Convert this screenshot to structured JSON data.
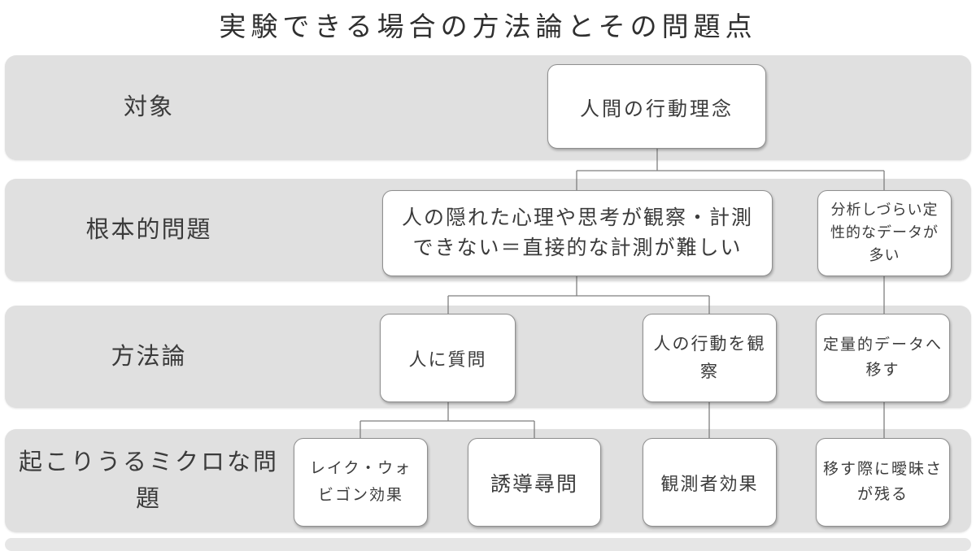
{
  "title": "実験できる場合の方法論とその問題点",
  "rows": [
    {
      "id": "target",
      "label": "対象"
    },
    {
      "id": "fundamental-problem",
      "label": "根本的問題"
    },
    {
      "id": "methodology",
      "label": "方法論"
    },
    {
      "id": "micro-problems",
      "label": "起こりうるミクロな問\n題"
    }
  ],
  "nodes": {
    "target": {
      "text": "人間の行動理念"
    },
    "hidden_psych": {
      "text": "人の隠れた心理や思考が観察・計測\nできない＝直接的な計測が難しい"
    },
    "qualitative_data": {
      "text": "分析しづらい定\n性的なデータが\n多い"
    },
    "ask_people": {
      "text": "人に質問"
    },
    "observe_behavior": {
      "text": "人の行動を観\n察"
    },
    "to_quantitative": {
      "text": "定量的データへ\n移す"
    },
    "lake_wobegon": {
      "text": "レイク・ウォ\nビゴン効果"
    },
    "leading_questions": {
      "text": "誘導尋問"
    },
    "observer_effect": {
      "text": "観測者効果"
    },
    "ambiguity_remains": {
      "text": "移す際に曖昧さ\nが残る"
    }
  },
  "edges": [
    {
      "from": "target",
      "to": "hidden_psych"
    },
    {
      "from": "target",
      "to": "qualitative_data"
    },
    {
      "from": "hidden_psych",
      "to": "ask_people"
    },
    {
      "from": "hidden_psych",
      "to": "observe_behavior"
    },
    {
      "from": "qualitative_data",
      "to": "to_quantitative"
    },
    {
      "from": "ask_people",
      "to": "lake_wobegon"
    },
    {
      "from": "ask_people",
      "to": "leading_questions"
    },
    {
      "from": "observe_behavior",
      "to": "observer_effect"
    },
    {
      "from": "to_quantitative",
      "to": "ambiguity_remains"
    }
  ],
  "colors": {
    "band": "#e0e0e0",
    "band_partial": "#e6e6e6",
    "node_fill": "#ffffff",
    "node_border": "#8f8f8f",
    "connector": "#7f7f7f",
    "text": "#3b3b3b"
  }
}
